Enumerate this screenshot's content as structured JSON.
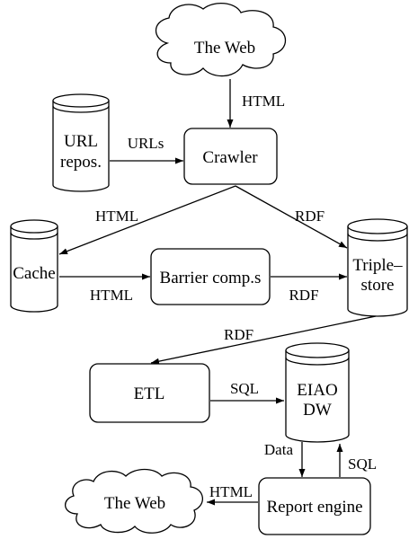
{
  "nodes": {
    "web_top": "The Web",
    "url_repos": [
      "URL",
      "repos."
    ],
    "crawler": "Crawler",
    "cache": "Cache",
    "barrier": "Barrier comp.s",
    "triplestore": [
      "Triple–",
      "store"
    ],
    "etl": "ETL",
    "eiao_dw": [
      "EIAO",
      "DW"
    ],
    "web_bottom": "The Web",
    "report": "Report engine"
  },
  "edges": {
    "web_to_crawler": "HTML",
    "repos_to_crawler": "URLs",
    "crawler_to_cache": "HTML",
    "crawler_to_triplestore": "RDF",
    "cache_to_barrier": "HTML",
    "barrier_to_triplestore": "RDF",
    "triplestore_to_etl": "RDF",
    "etl_to_dw": "SQL",
    "dw_to_report": "Data",
    "report_to_dw": "SQL",
    "report_to_web": "HTML"
  }
}
